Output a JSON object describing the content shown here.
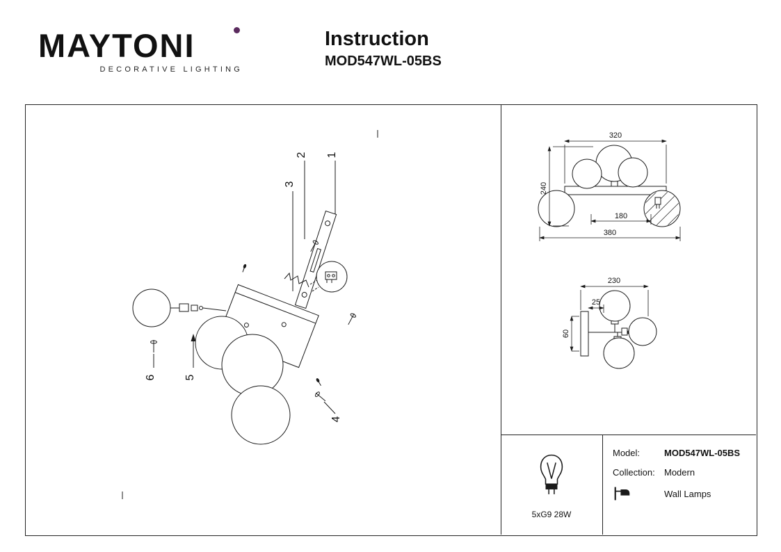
{
  "header": {
    "logo": "MAYTONI",
    "logo_sub": "DECORATIVE LIGHTING",
    "title": "Instruction",
    "model": "MOD547WL-05BS"
  },
  "diagram": {
    "callouts": [
      "1",
      "2",
      "3",
      "4",
      "5",
      "6"
    ]
  },
  "front_view": {
    "dim_width_top": "320",
    "dim_height": "240",
    "dim_width_inner": "180",
    "dim_width_total": "380"
  },
  "side_view": {
    "dim_width": "230",
    "dim_depth": "25",
    "dim_height": "60"
  },
  "spec": {
    "bulb": "5xG9 28W"
  },
  "info": {
    "model_label": "Model:",
    "model_value": "MOD547WL-05BS",
    "collection_label": "Collection:",
    "collection_value": "Modern",
    "category_value": "Wall Lamps"
  },
  "colors": {
    "accent": "#5b2b5e",
    "line": "#1a1a1a"
  }
}
